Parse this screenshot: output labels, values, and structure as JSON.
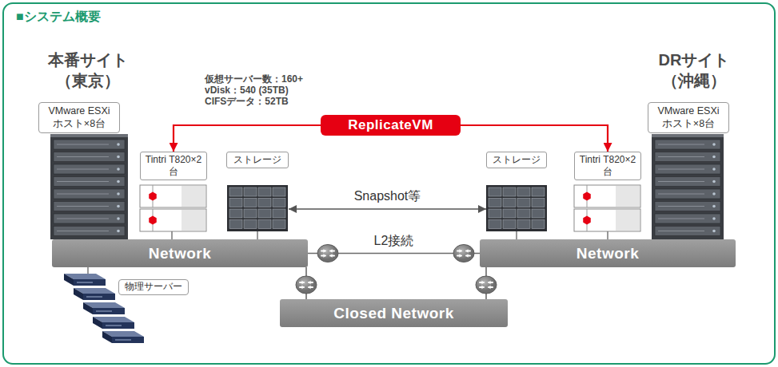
{
  "diagram": {
    "title": "■システム概要",
    "nodes": [
      {
        "text": [
          "VMware ESXi ホスト×8台"
        ]
      },
      {
        "text": [
          "Tintri T820×2台"
        ]
      },
      {
        "text": [
          "ストレージ"
        ]
      },
      {
        "text": [
          "ストレージ"
        ]
      },
      {
        "text": [
          "Tintri T820×2台"
        ]
      },
      {
        "text": [
          "VMware ESXi ホスト×8台"
        ]
      },
      {
        "text": [
          "Network"
        ]
      },
      {
        "text": [
          "Network"
        ]
      },
      {
        "text": [
          "物理サーバー"
        ]
      },
      {
        "text": [
          "Closed Network"
        ]
      }
    ],
    "edges": [
      {
        "from": 1,
        "to": 4,
        "arrow": "both",
        "label": "ReplicateVM"
      },
      {
        "from": 2,
        "to": 3,
        "arrow": "both",
        "label": "Snapshot等"
      },
      {
        "from": 6,
        "to": 7,
        "arrow": "none",
        "label": "L2接続"
      },
      {
        "from": 6,
        "to": 9,
        "arrow": "none"
      },
      {
        "from": 7,
        "to": 9,
        "arrow": "none"
      }
    ],
    "labels": [
      "本番サイト",
      "（東京）",
      "DRサイト",
      "（沖縄）",
      "仮想サーバー数：160+",
      "vDisk：540 (35TB)",
      "CIFSデータ：52TB"
    ]
  }
}
